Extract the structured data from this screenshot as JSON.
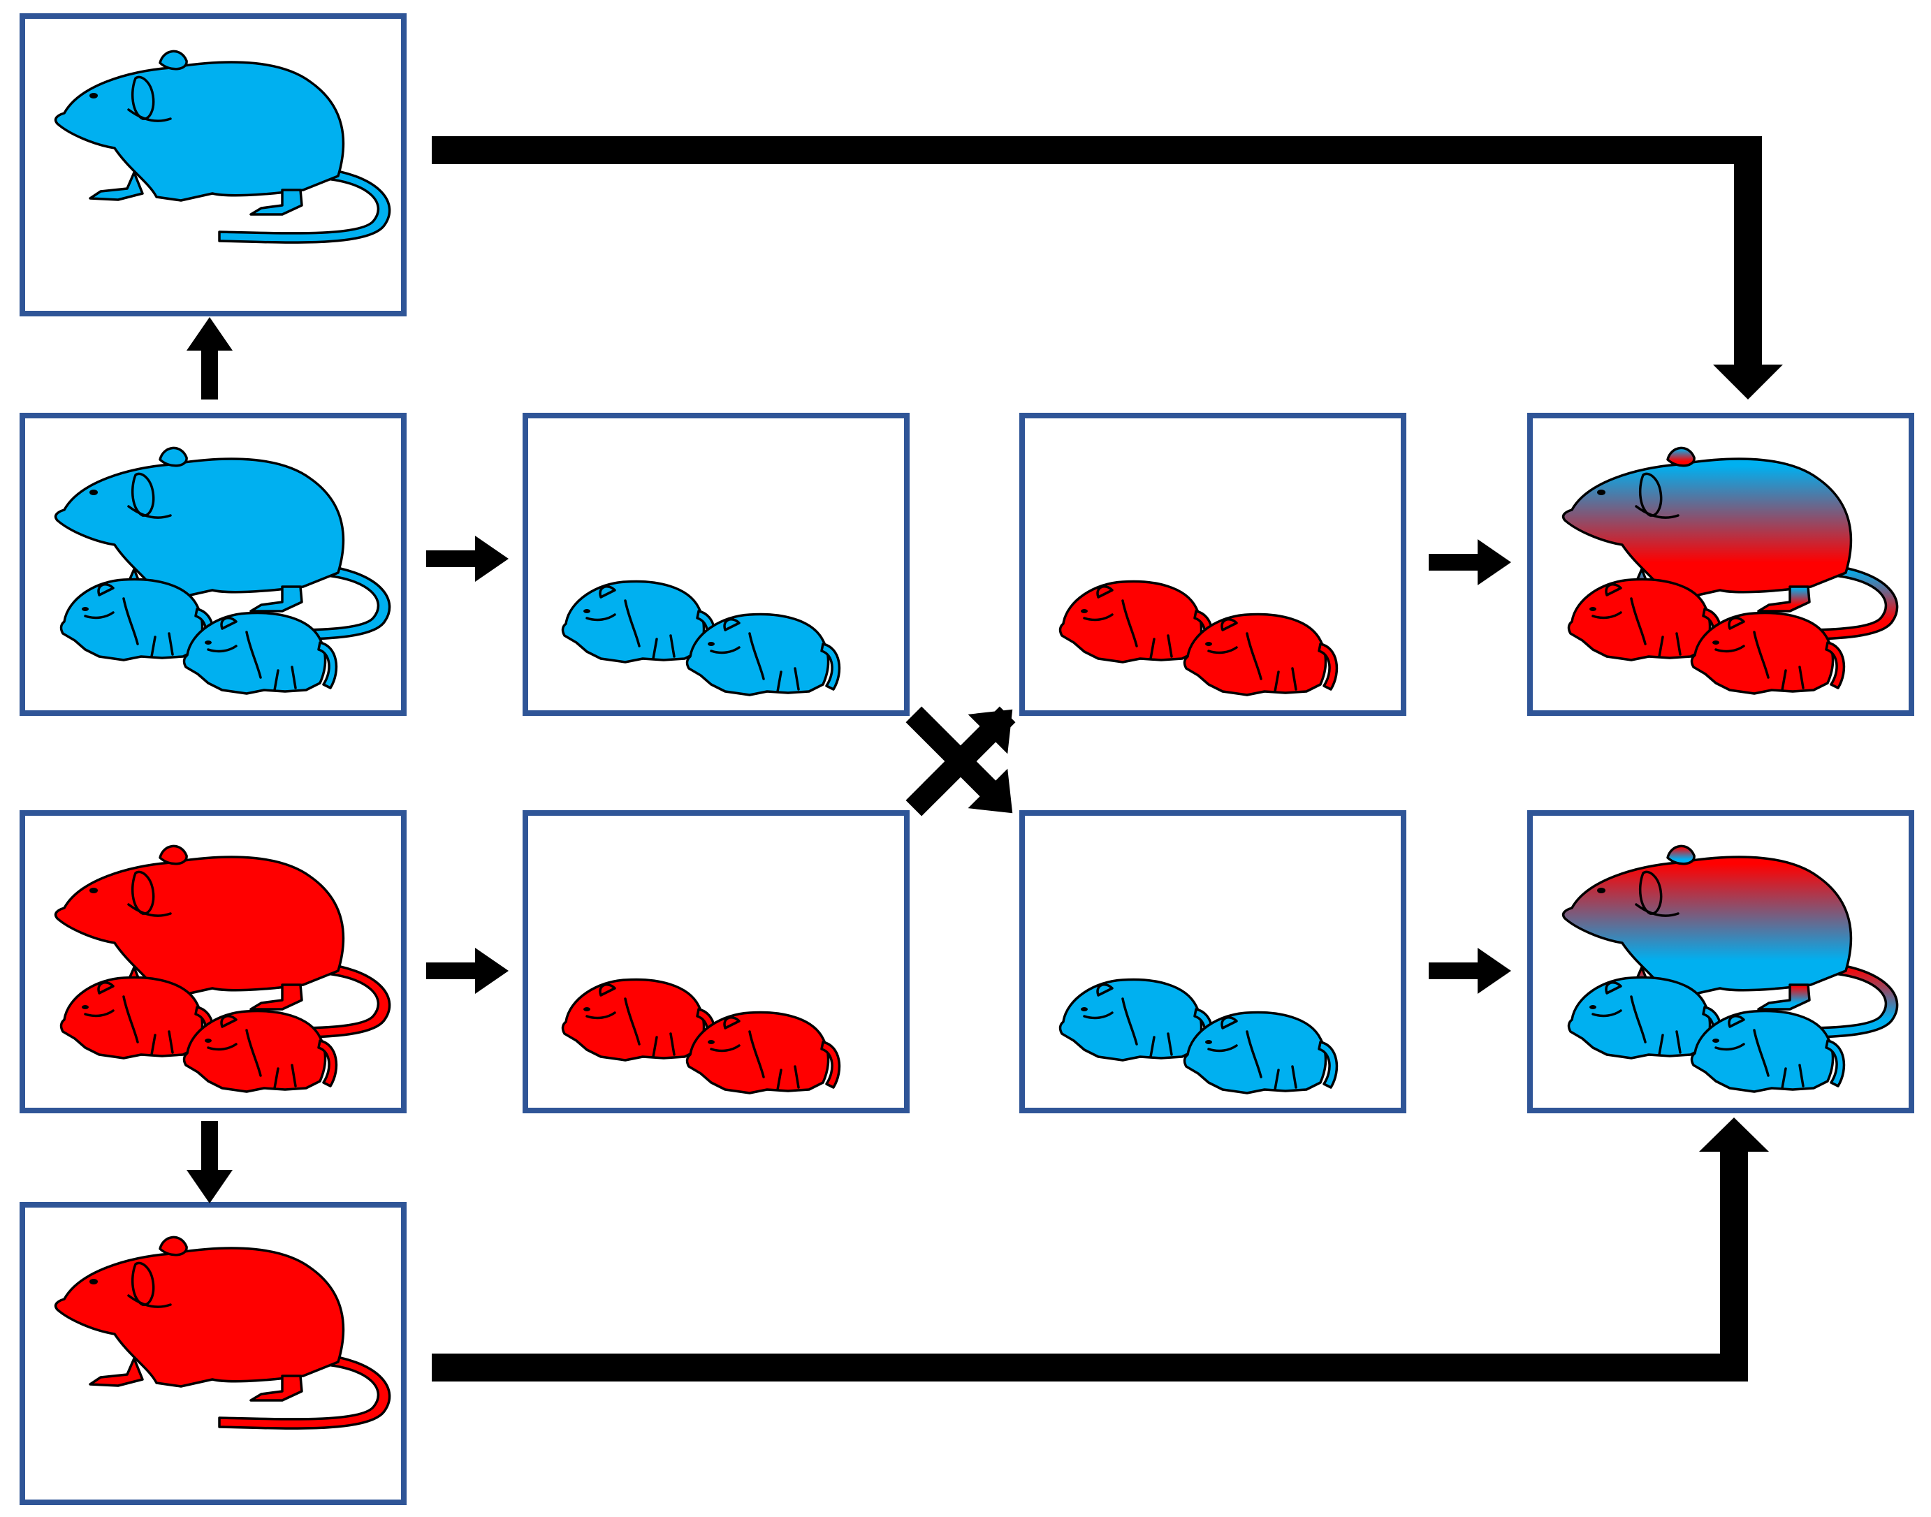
{
  "colors": {
    "blue": "#00b0f0",
    "red": "#ff0000",
    "panel_border": "#2f5597",
    "arrow": "#000000"
  },
  "panels": [
    {
      "name": "panel-adult-blue-top",
      "adult": "blue",
      "pups": null
    },
    {
      "name": "panel-dam-blue-with-pups",
      "adult": "blue",
      "pups": "blue"
    },
    {
      "name": "panel-dam-red-with-pups",
      "adult": "red",
      "pups": "red"
    },
    {
      "name": "panel-adult-red-bottom",
      "adult": "red",
      "pups": null
    },
    {
      "name": "panel-blue-pups-removed",
      "adult": null,
      "pups": "blue"
    },
    {
      "name": "panel-red-pups-removed",
      "adult": null,
      "pups": "red"
    },
    {
      "name": "panel-red-pups-swapped",
      "adult": null,
      "pups": "red"
    },
    {
      "name": "panel-blue-pups-swapped",
      "adult": null,
      "pups": "blue"
    },
    {
      "name": "panel-blue-dam-fostering-red-pups",
      "adult": "blue-to-red",
      "pups": "red"
    },
    {
      "name": "panel-red-dam-fostering-blue-pups",
      "adult": "red-to-blue",
      "pups": "blue"
    }
  ],
  "icons": [
    "mouse-icon",
    "pup-icon",
    "cross-fostering-swap-icon"
  ]
}
